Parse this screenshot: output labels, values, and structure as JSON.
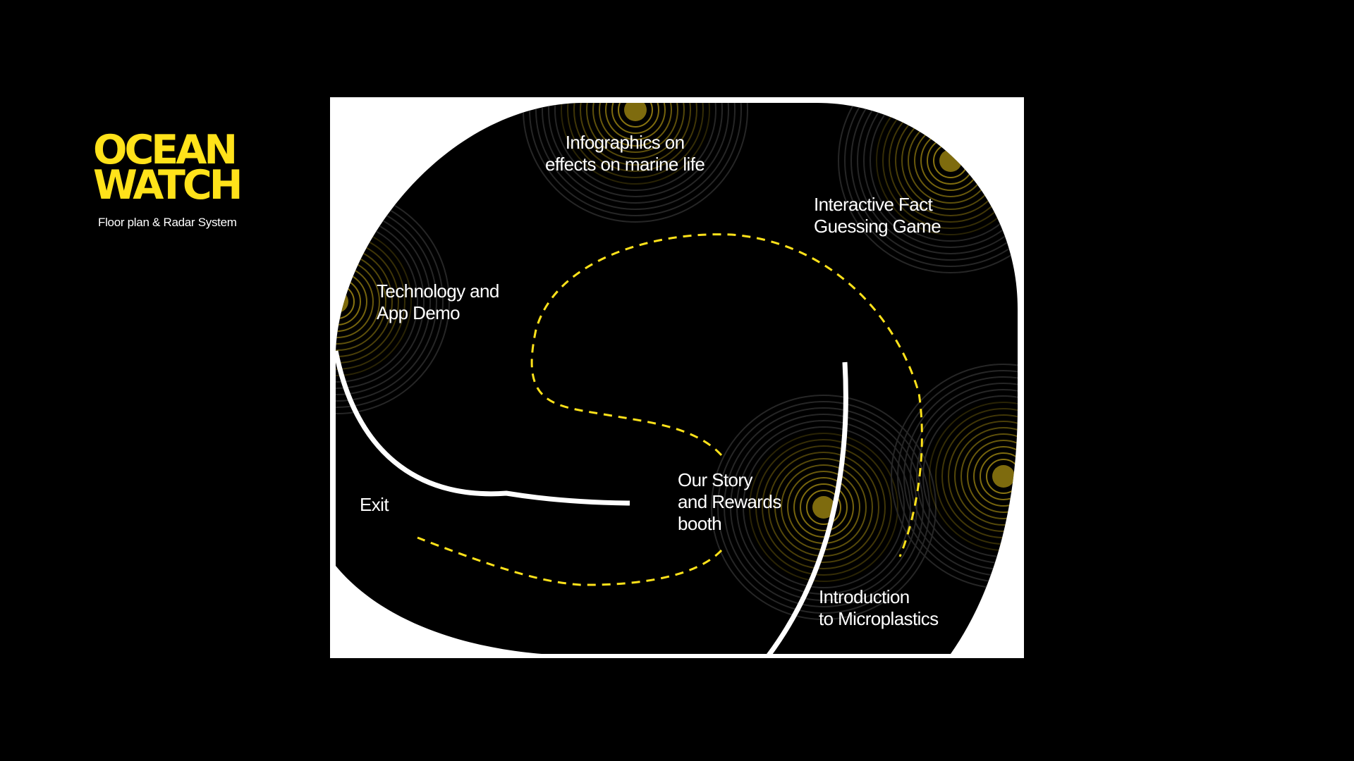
{
  "brand": {
    "logo_line1": "OCEAN",
    "logo_line2": "WATCH",
    "subtitle": "Floor plan & Radar System",
    "accent_color": "#FFE21A"
  },
  "floor_plan": {
    "zones": {
      "infographics": "Infographics on\neffects on marine life",
      "fact_game": "Interactive Fact\nGuessing Game",
      "technology": "Technology and\nApp Demo",
      "our_story": "Our Story\nand Rewards\nbooth",
      "exit": "Exit",
      "microplastics": "Introduction\nto Microplastics"
    },
    "path_style": "dashed",
    "path_color": "#FFE21A",
    "radar_color": "#E5C21A",
    "wall_color": "#ffffff",
    "floor_color": "#000000",
    "frame_color": "#ffffff"
  }
}
